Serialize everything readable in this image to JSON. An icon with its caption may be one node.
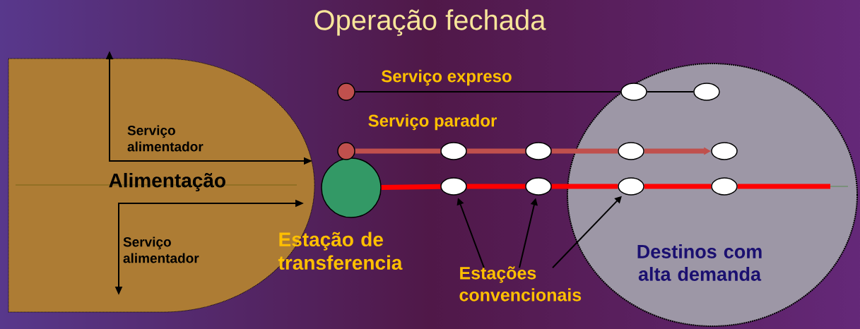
{
  "diagram": {
    "title": "Operação fechada",
    "nodes": [
      {
        "text": [
          "Serviço alimentador",
          "Alimentação",
          "Serviço alimentador"
        ]
      },
      {
        "text": [],
        "shape": "circle"
      },
      {
        "text": [
          "Destinos com alta demanda"
        ]
      },
      {
        "text": [],
        "shape": "circle"
      },
      {
        "text": [],
        "shape": "circle",
        "in": 2
      },
      {
        "text": [],
        "shape": "circle",
        "in": 2
      },
      {
        "text": [],
        "shape": "circle"
      },
      {
        "text": [],
        "shape": "circle"
      },
      {
        "text": [],
        "shape": "circle"
      },
      {
        "text": [],
        "shape": "circle",
        "in": 2
      },
      {
        "text": [],
        "shape": "circle",
        "in": 2
      },
      {
        "text": [],
        "shape": "circle"
      },
      {
        "text": [],
        "shape": "circle"
      },
      {
        "text": [],
        "shape": "circle",
        "in": 2
      },
      {
        "text": [],
        "shape": "circle",
        "in": 2
      },
      {
        "text": [
          "Estações convencionais"
        ]
      }
    ],
    "edges": [
      {
        "from": 3,
        "to": 4,
        "arrow": "none",
        "label": "Serviço expreso"
      },
      {
        "from": 4,
        "to": 5,
        "arrow": "none"
      },
      {
        "from": 6,
        "to": 7,
        "arrow": "none",
        "color": "#c0504d",
        "label": "Serviço parador"
      },
      {
        "from": 7,
        "to": 8,
        "arrow": "none",
        "color": "#c0504d"
      },
      {
        "from": 8,
        "to": 9,
        "arrow": "none",
        "color": "#c0504d"
      },
      {
        "from": 9,
        "to": 10,
        "arrow": "to",
        "color": "#c0504d"
      },
      {
        "from": 1,
        "to": 11,
        "arrow": "none",
        "color": "#ff0000"
      },
      {
        "from": 11,
        "to": 12,
        "arrow": "none",
        "color": "#ff0000"
      },
      {
        "from": 12,
        "to": 13,
        "arrow": "none",
        "color": "#ff0000"
      },
      {
        "from": 13,
        "to": 14,
        "arrow": "none",
        "color": "#ff0000"
      },
      {
        "from": 14,
        "to": null,
        "arrow": "none",
        "color": "#ff0000"
      },
      {
        "from": 15,
        "to": 11,
        "arrow": "to"
      },
      {
        "from": 15,
        "to": 12,
        "arrow": "to"
      },
      {
        "from": 15,
        "to": 13,
        "arrow": "to"
      }
    ],
    "labels": [
      "Estação de transferencia"
    ]
  }
}
